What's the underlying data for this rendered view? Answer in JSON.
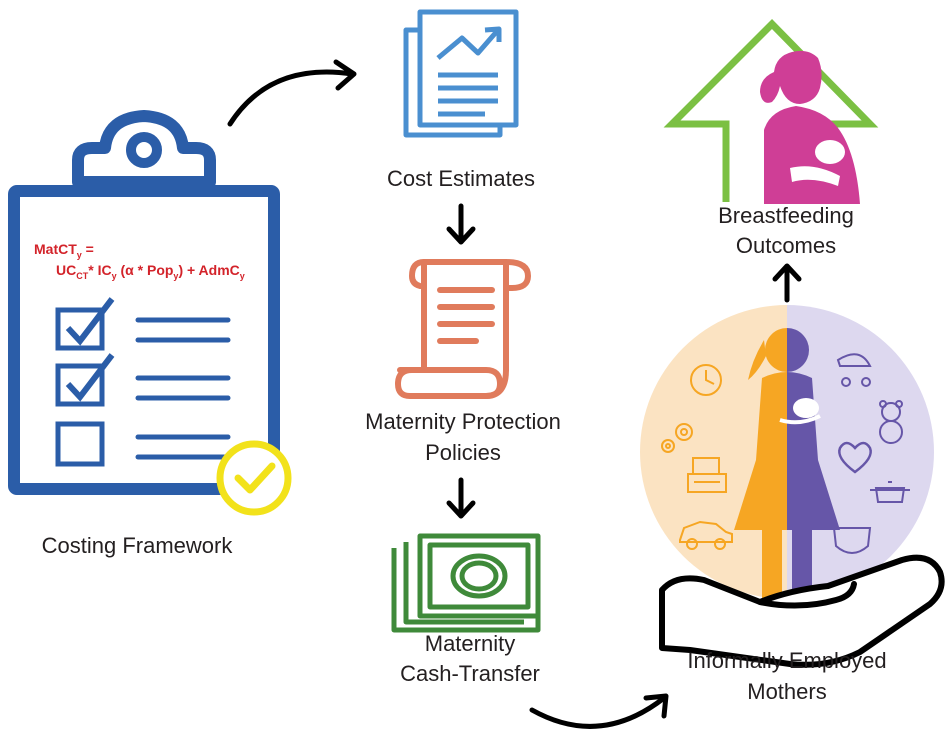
{
  "labels": {
    "costing_framework": "Costing Framework",
    "cost_estimates": "Cost Estimates",
    "maternity_protection_line1": "Maternity Protection",
    "maternity_protection_line2": "Policies",
    "cash_transfer_line1": "Maternity",
    "cash_transfer_line2": "Cash-Transfer",
    "informal_mothers_line1": "Informally Employed",
    "informal_mothers_line2": "Mothers",
    "breastfeeding_line1": "Breastfeeding",
    "breastfeeding_line2": "Outcomes"
  },
  "formula": {
    "line1_main": "MatCT",
    "line1_sub": "y",
    "line1_tail": " =",
    "line2": {
      "uc": "UC",
      "uc_sub": "CT",
      "ic": "* IC",
      "ic_sub": "y",
      "alpha": " (α * Pop",
      "pop_sub": "y",
      "adm": ") + AdmC",
      "adm_sub": "y"
    }
  },
  "colors": {
    "clipboard": "#2b5da8",
    "formula": "#d3232a",
    "check_badge": "#f2e21b",
    "cost_doc": "#4a8fd0",
    "policy_scroll": "#e07b5c",
    "cash": "#3f8a3a",
    "mother_orange": "#f6a623",
    "mother_purple": "#6656a8",
    "circle_left": "#fbe3c2",
    "circle_right": "#ddd8ef",
    "house_outline": "#7bc043",
    "breastfeeding_pink": "#cf3e96",
    "arrows": "#000000"
  },
  "icons": [
    "clipboard-icon",
    "check-badge-icon",
    "document-chart-icon",
    "scroll-icon",
    "cash-icon",
    "mother-silhouette-icon",
    "hand-icon",
    "house-arrow-icon",
    "breastfeeding-mother-icon",
    "clock-icon",
    "gear-icon",
    "cash-register-icon",
    "car-icon",
    "stroller-icon",
    "teddy-bear-icon",
    "heart-icon",
    "pot-icon",
    "diaper-icon"
  ]
}
